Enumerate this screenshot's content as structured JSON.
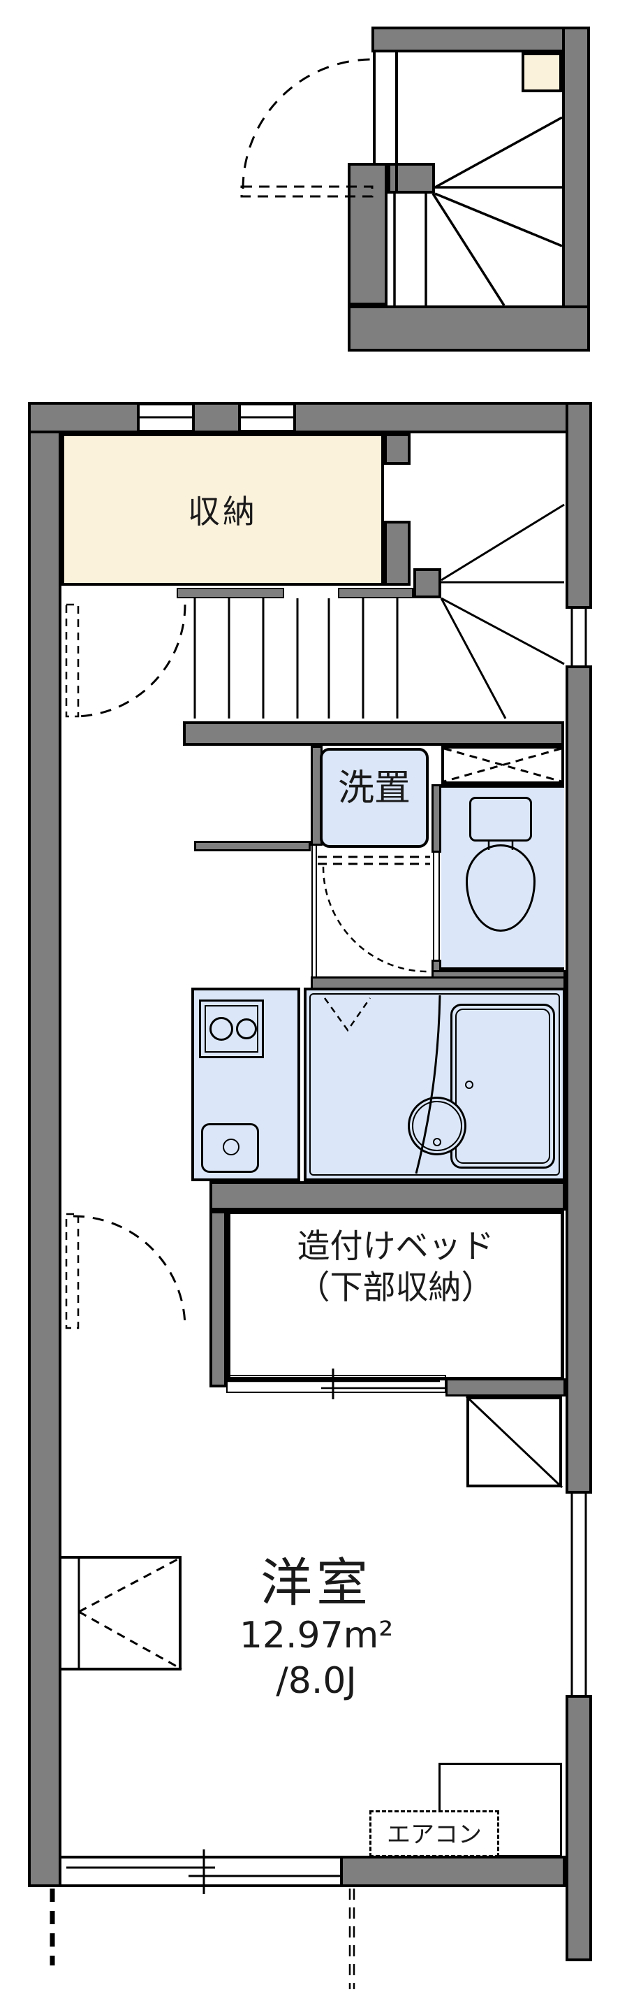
{
  "title": "apartment-floor-plan",
  "labels": {
    "storage": "収納",
    "washer": "洗置",
    "bed_line1": "造付けベッド",
    "bed_line2": "（下部収納）",
    "room_name": "洋室",
    "room_area_m2": "12.97m²",
    "room_area_jo": "/8.0J",
    "aircon": "エアコン"
  },
  "colors": {
    "wall_gray": "#7f7f7f",
    "room_cream": "#fbf2dc",
    "fixture_blue": "#dbe7f8",
    "line_black": "#000000",
    "background": "#ffffff"
  }
}
